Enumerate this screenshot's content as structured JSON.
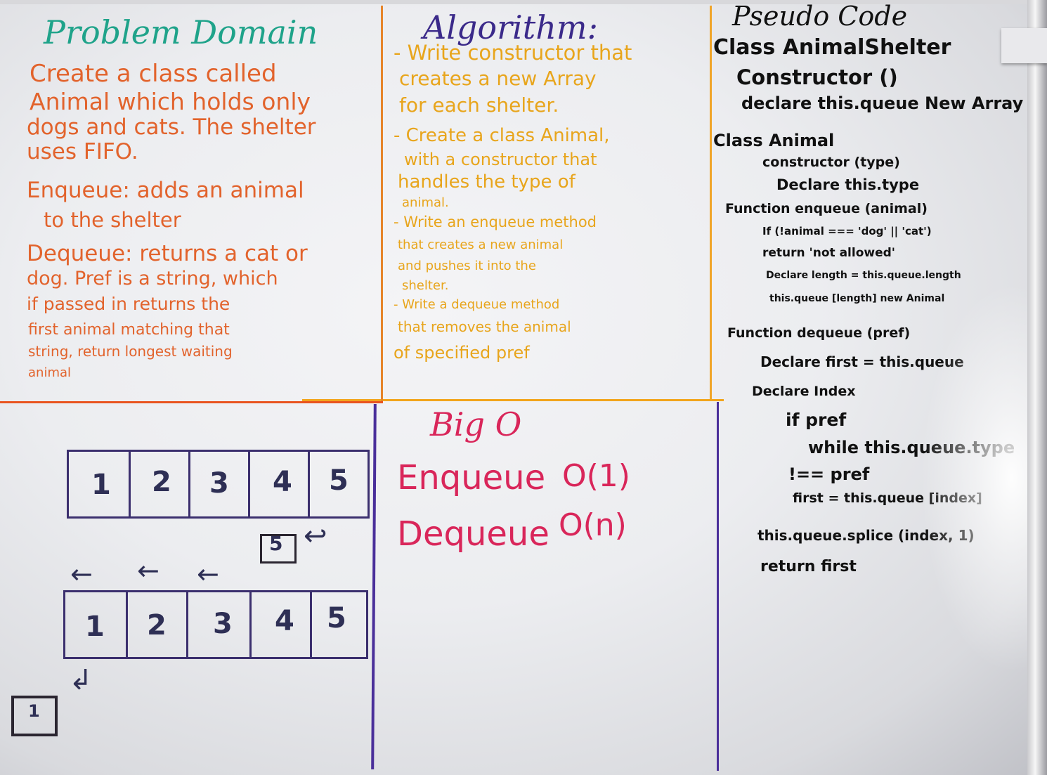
{
  "board": {
    "problem_domain": {
      "title": "Problem Domain",
      "lines": [
        "Create a class called",
        "Animal which holds only",
        "dogs and cats. The shelter",
        "uses FIFO.",
        "Enqueue: adds an animal",
        "to the shelter",
        "Dequeue: returns a cat or",
        "dog. Pref is a string, which",
        "if passed in returns the",
        "first animal matching that",
        "string, return longest waiting",
        "animal"
      ],
      "title_color": "#1fa38a",
      "text_color": "#e2632c"
    },
    "algorithm": {
      "title": "Algorithm:",
      "lines": [
        "- Write constructor that",
        "creates a new Array",
        "for each shelter.",
        "- Create a class Animal,",
        "with a constructor that",
        "handles the type of",
        "animal.",
        "- Write an enqueue method",
        "that creates a new animal",
        "and pushes it into the",
        "shelter.",
        "- Write a dequeue method",
        "that removes the animal",
        "of specified pref"
      ],
      "title_color": "#3b2a8a",
      "text_color": "#e8a51c"
    },
    "pseudo_code": {
      "title": "Pseudo Code",
      "lines": [
        "Class AnimalShelter",
        "Constructor ()",
        "declare this.queue New Array",
        "Class Animal",
        "constructor (type)",
        "Declare this.type",
        "Function enqueue (animal)",
        "If (!animal === 'dog' || 'cat')",
        "return 'not allowed'",
        "Declare length = this.queue.length",
        "this.queue [length] new Animal",
        "Function dequeue (pref)",
        "Declare first = this.queue",
        "Declare Index",
        "if pref",
        "while this.queue.type",
        "!== pref",
        "first = this.queue [index]",
        "this.queue.splice (index, 1)",
        "return first"
      ],
      "text_color": "#111111"
    },
    "big_o": {
      "title": "Big O",
      "enqueue_label": "Enqueue",
      "enqueue_value": "O(1)",
      "dequeue_label": "Dequeue",
      "dequeue_value": "O(n)",
      "text_color": "#d9265a"
    },
    "diagram": {
      "top_queue": [
        "1",
        "2",
        "3",
        "4",
        "5"
      ],
      "incoming": "5",
      "bottom_queue": [
        "1",
        "2",
        "3",
        "4",
        "5"
      ],
      "outgoing": "1",
      "arrow_glyph": "←",
      "ink_color": "#2e2f55"
    }
  }
}
